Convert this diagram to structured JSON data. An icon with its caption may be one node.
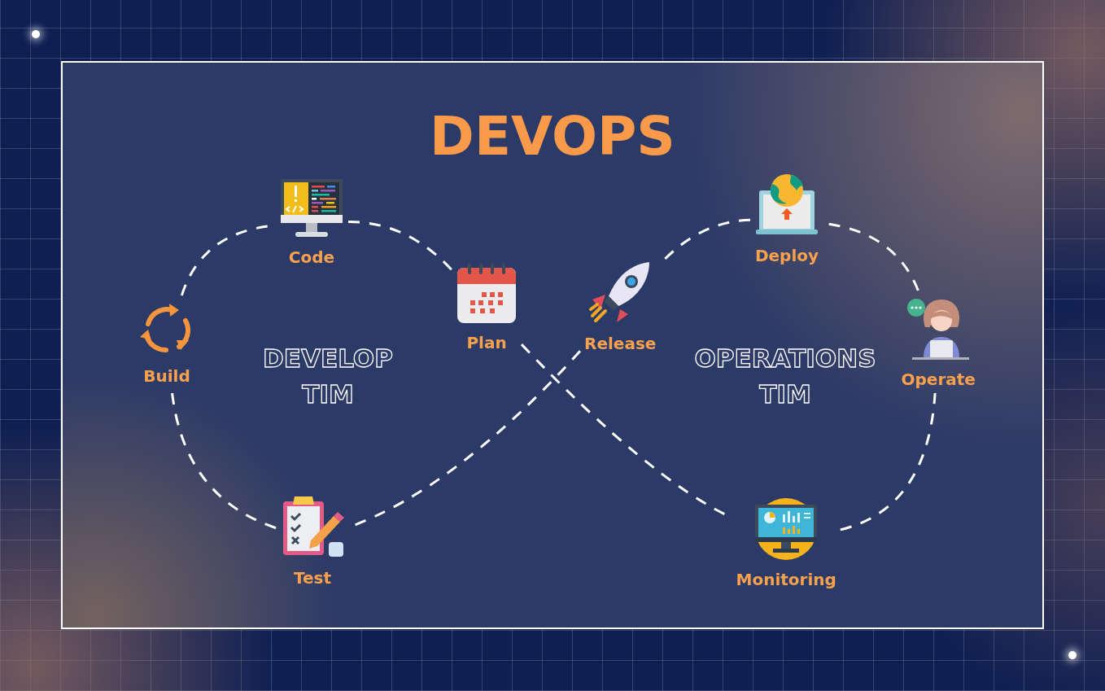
{
  "diagram": {
    "title": "DEVOPS",
    "nodes": [
      {
        "text": [
          "Code"
        ]
      },
      {
        "text": [
          "Deploy"
        ]
      },
      {
        "text": [
          "Plan"
        ]
      },
      {
        "text": [
          "Release"
        ]
      },
      {
        "text": [
          "Build"
        ]
      },
      {
        "text": [
          "Operate"
        ]
      },
      {
        "text": [
          "Test"
        ]
      },
      {
        "text": [
          "Monitoring"
        ]
      }
    ],
    "edges": [
      {
        "from": 0,
        "to": 2,
        "arrow": "none",
        "style": "dashed"
      },
      {
        "from": 2,
        "to": 7,
        "arrow": "none",
        "style": "dashed"
      },
      {
        "from": 7,
        "to": 5,
        "arrow": "none",
        "style": "dashed"
      },
      {
        "from": 5,
        "to": 1,
        "arrow": "none",
        "style": "dashed"
      },
      {
        "from": 1,
        "to": 3,
        "arrow": "none",
        "style": "dashed"
      },
      {
        "from": 3,
        "to": 6,
        "arrow": "none",
        "style": "dashed"
      },
      {
        "from": 6,
        "to": 4,
        "arrow": "none",
        "style": "dashed"
      },
      {
        "from": 4,
        "to": 0,
        "arrow": "none",
        "style": "dashed"
      }
    ],
    "labels": [
      "DEVELOP TIM",
      "OPERATIONS TIM"
    ]
  }
}
